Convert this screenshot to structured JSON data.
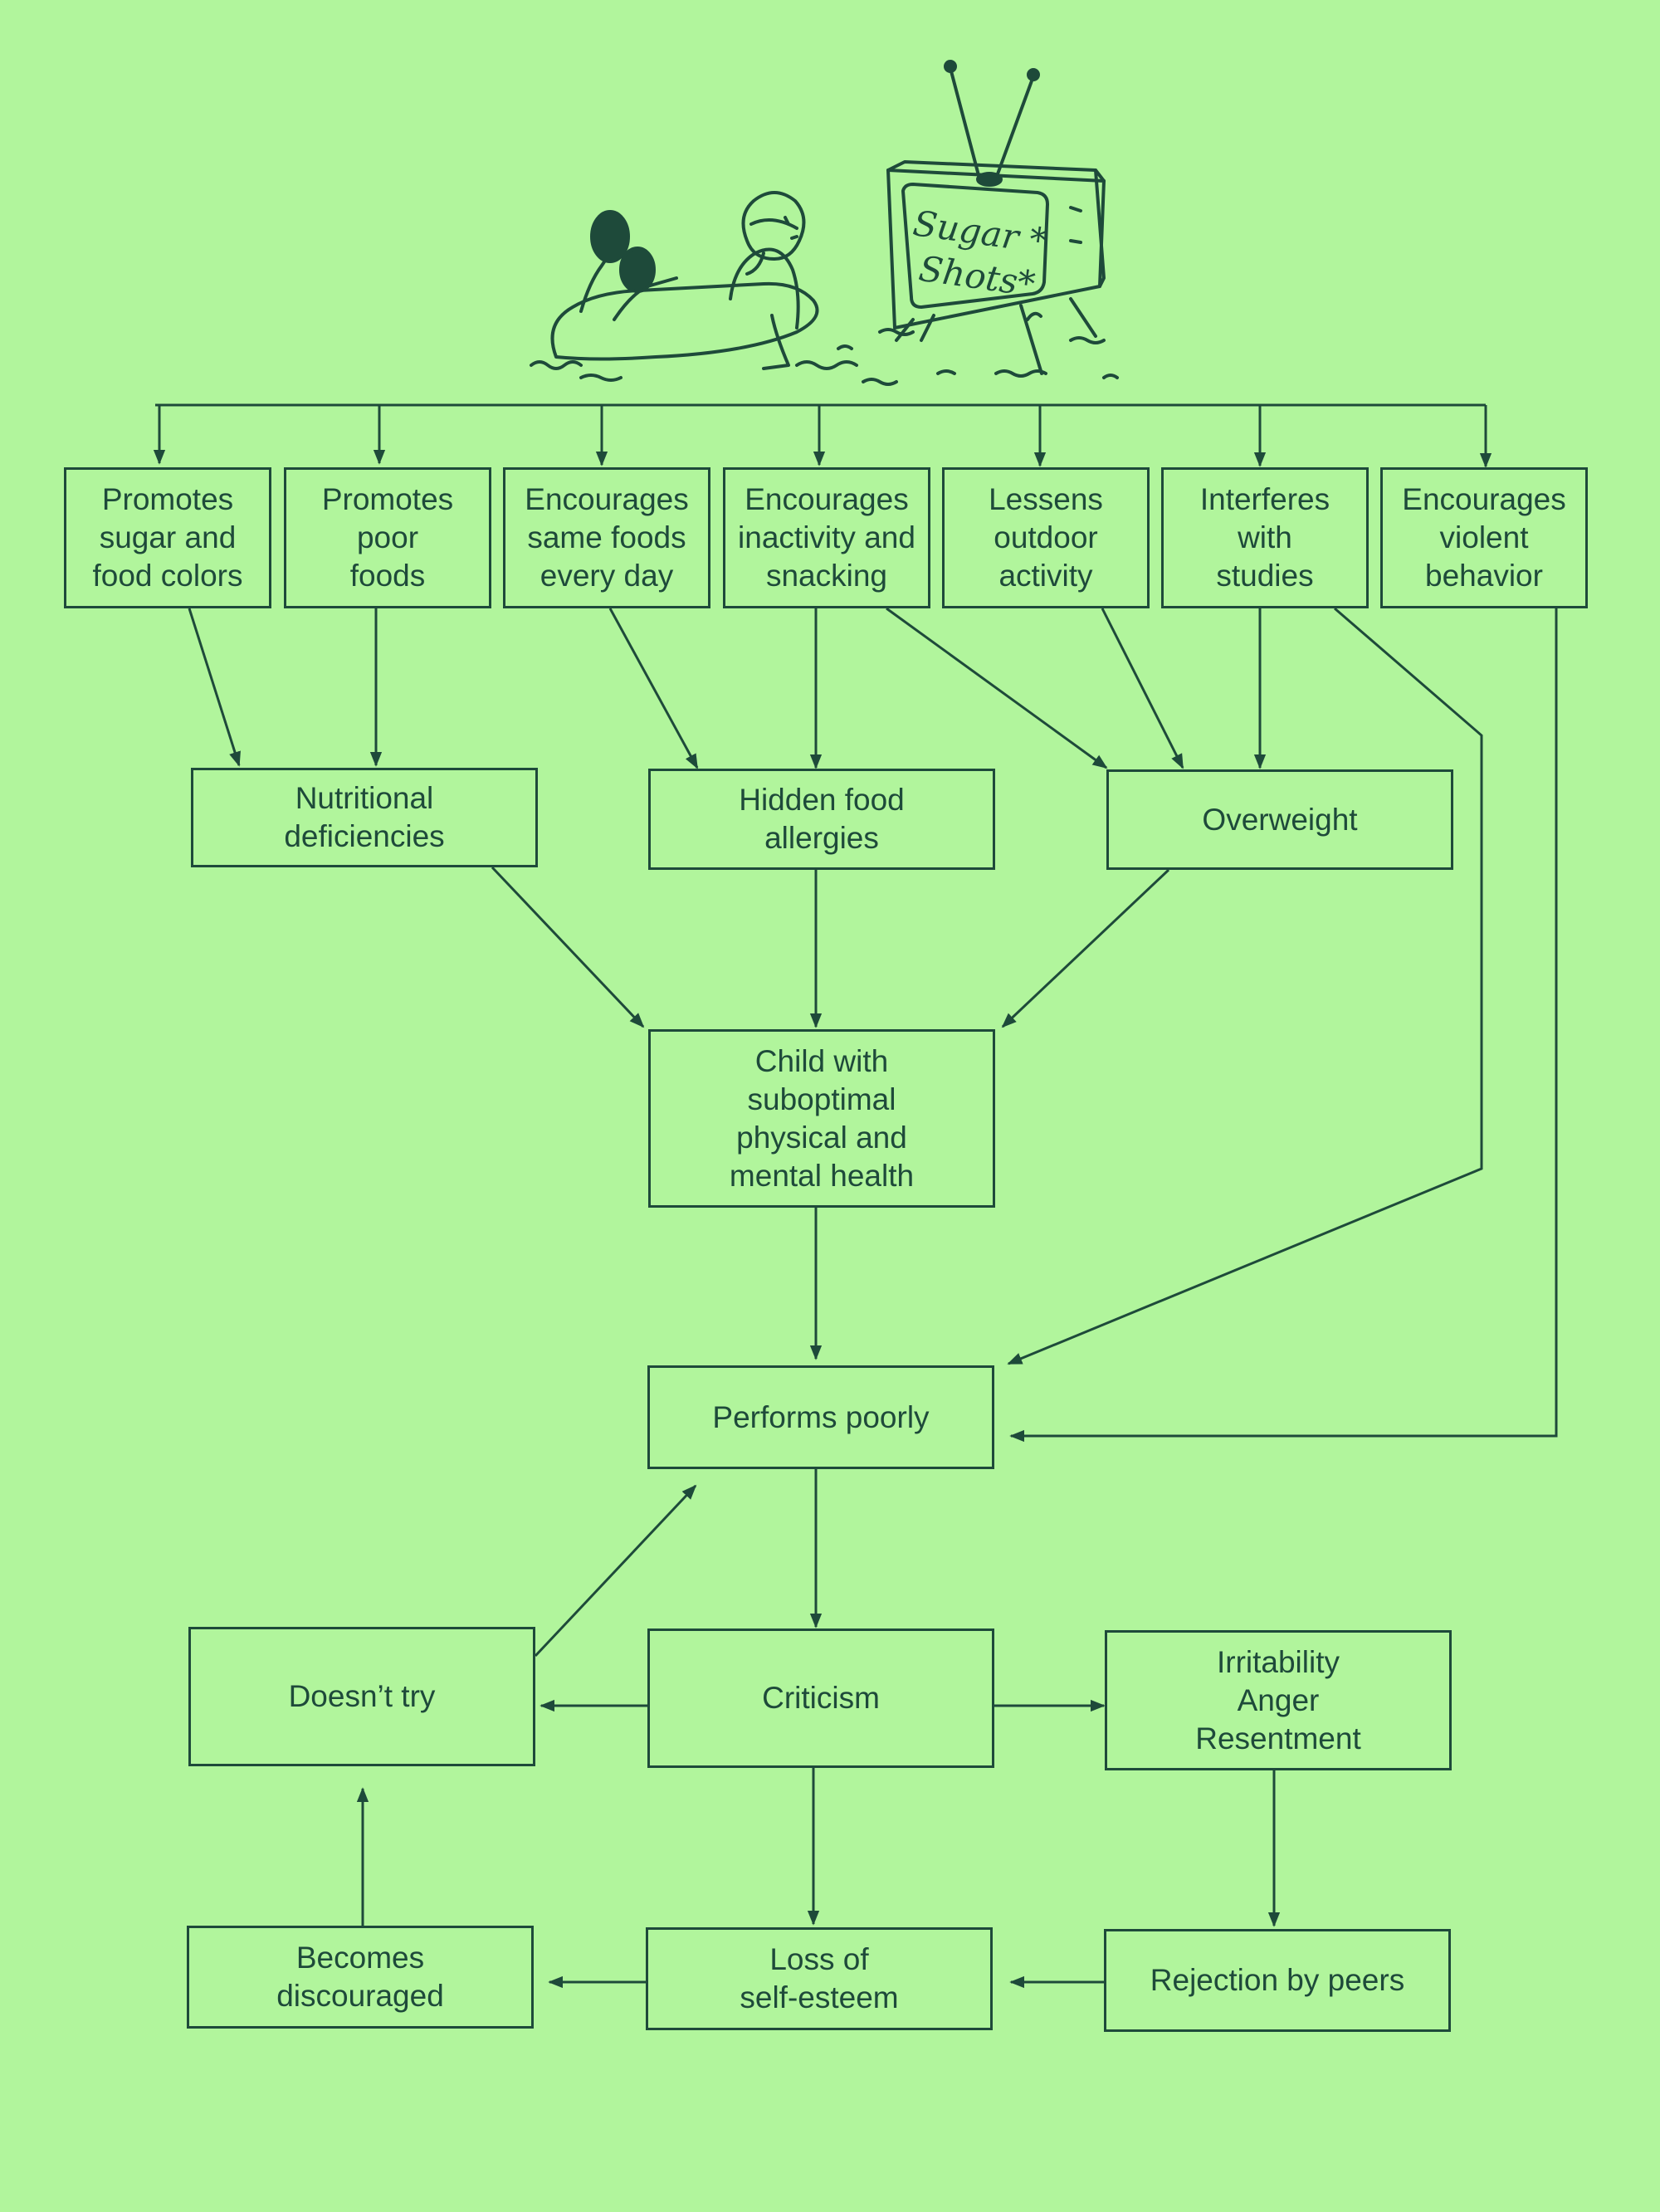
{
  "illustration": {
    "tv_screen_text": [
      "Sugar *",
      "Shots*"
    ]
  },
  "nodes": {
    "top_1": "Promotes\nsugar and\nfood colors",
    "top_2": "Promotes\npoor\nfoods",
    "top_3": "Encourages\nsame foods\nevery day",
    "top_4": "Encourages\ninactivity and\nsnacking",
    "top_5": "Lessens\noutdoor\nactivity",
    "top_6": "Interferes\nwith\nstudies",
    "top_7": "Encourages\nviolent\nbehavior",
    "nutritional": "Nutritional\ndeficiencies",
    "allergies": "Hidden food\nallergies",
    "overweight": "Overweight",
    "child": "Child with\nsuboptimal\nphysical and\nmental health",
    "performs": "Performs poorly",
    "doesnt_try": "Doesn’t try",
    "criticism": "Criticism",
    "irritability": "Irritability\nAnger\nResentment",
    "discouraged": "Becomes\ndiscouraged",
    "self_esteem": "Loss of\nself-esteem",
    "rejection": "Rejection by peers"
  },
  "colors": {
    "background": "#b1f59c",
    "ink": "#1e4a3a"
  }
}
